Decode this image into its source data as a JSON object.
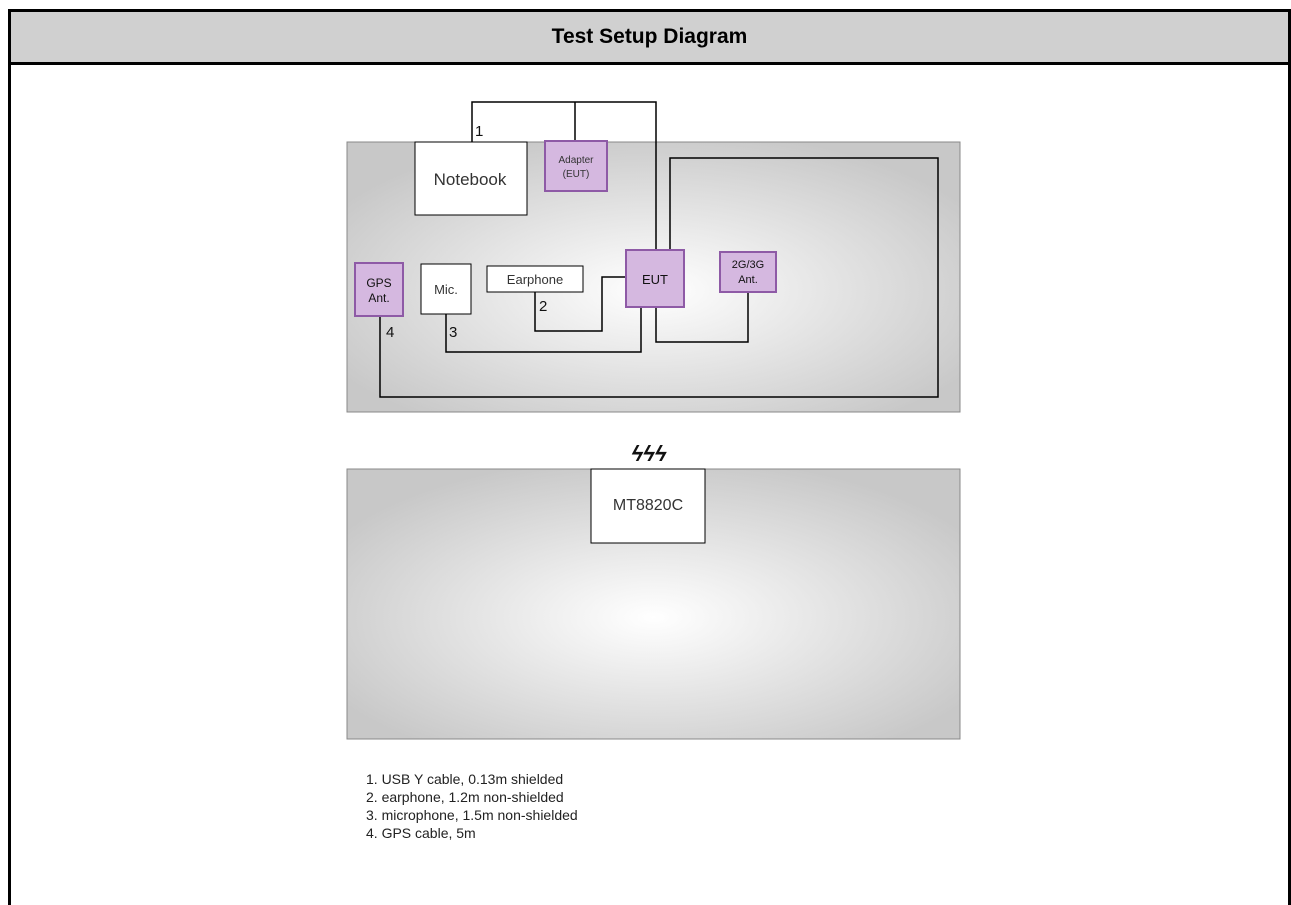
{
  "header": {
    "title": "Test Setup Diagram"
  },
  "diagram": {
    "boxes": {
      "notebook": "Notebook",
      "adapter_line1": "Adapter",
      "adapter_line2": "(EUT)",
      "gps_line1": "GPS",
      "gps_line2": "Ant.",
      "mic": "Mic.",
      "earphone": "Earphone",
      "eut": "EUT",
      "ant_line1": "2G/3G",
      "ant_line2": "Ant.",
      "mt8820c": "MT8820C"
    },
    "cable_numbers": {
      "c1": "1",
      "c2": "2",
      "c3": "3",
      "c4": "4"
    },
    "wireless_symbol": "ϟϟϟ"
  },
  "legend": [
    "1. USB Y cable, 0.13m shielded",
    "2. earphone, 1.2m non-shielded",
    "3. microphone, 1.5m non-shielded",
    "4. GPS cable, 5m"
  ],
  "colors": {
    "purple_fill": "#d5b8e0",
    "purple_border": "#8e5aa6",
    "panel_border": "#888888"
  }
}
